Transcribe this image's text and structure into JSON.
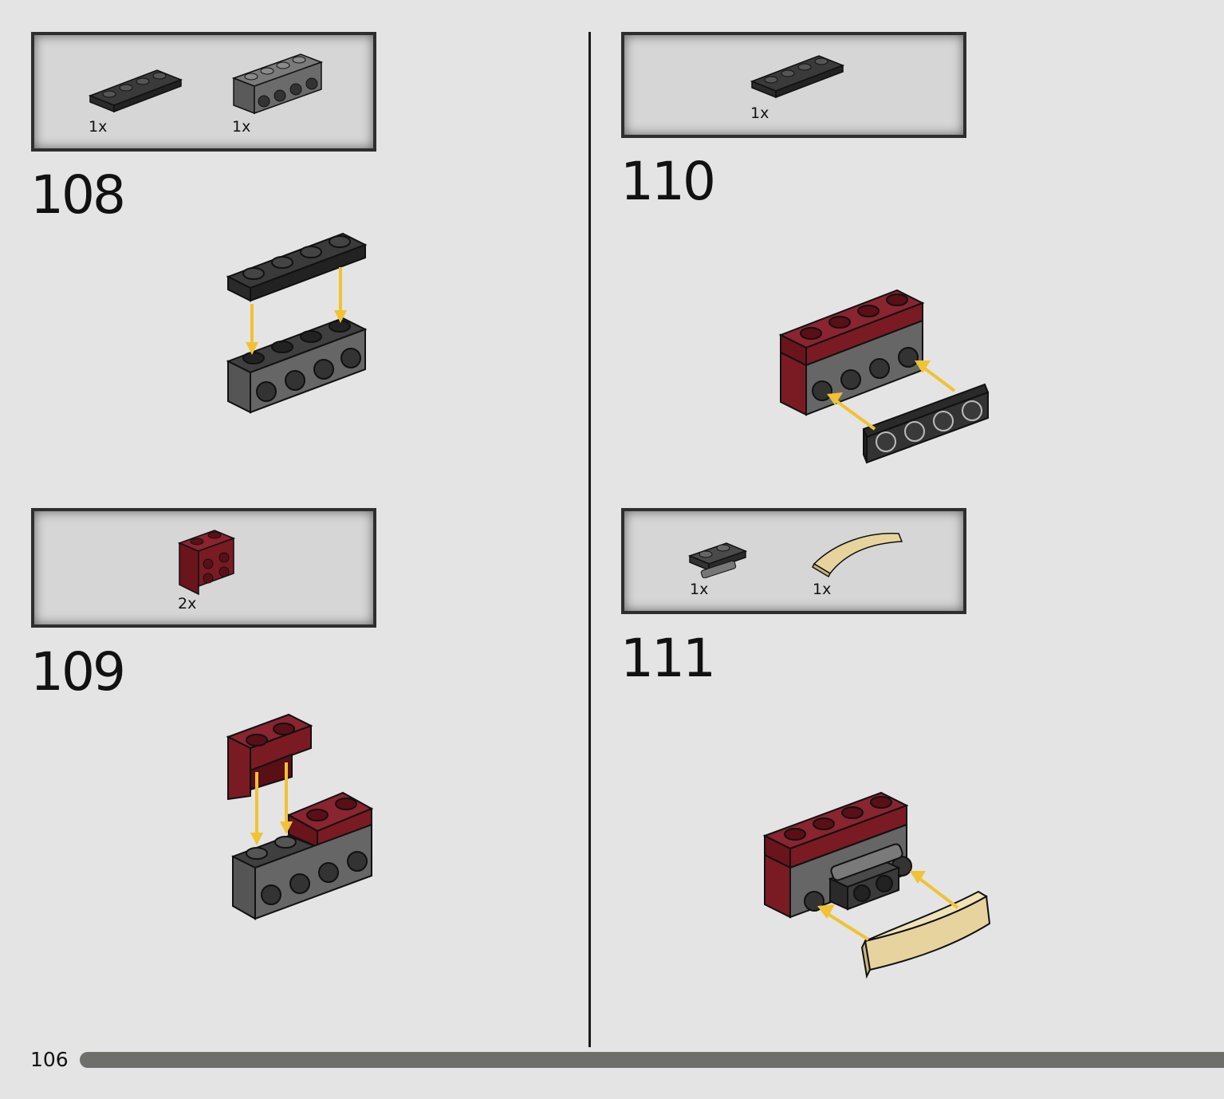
{
  "page": {
    "number": "106"
  },
  "steps": [
    {
      "number": "108",
      "parts": [
        {
          "qty": "1x",
          "icon": "dark-gray-plate-1x4-icon"
        },
        {
          "qty": "1x",
          "icon": "gray-brick-1x4-studs-on-side-icon"
        }
      ]
    },
    {
      "number": "109",
      "parts": [
        {
          "qty": "2x",
          "icon": "dark-red-bracket-icon"
        }
      ]
    },
    {
      "number": "110",
      "parts": [
        {
          "qty": "1x",
          "icon": "dark-gray-plate-1x4-icon"
        }
      ]
    },
    {
      "number": "111",
      "parts": [
        {
          "qty": "1x",
          "icon": "gray-clip-plate-icon"
        },
        {
          "qty": "1x",
          "icon": "tan-curved-slope-icon"
        }
      ]
    }
  ],
  "colors": {
    "background": "#e4e4e4",
    "parts_box": "#d6d6d6",
    "dark_gray": "#3a3a3a",
    "gray": "#6b6b6b",
    "dark_red": "#7a1b23",
    "tan": "#e6d39e",
    "arrow": "#f1c232",
    "progress": "#6e6e6b"
  }
}
